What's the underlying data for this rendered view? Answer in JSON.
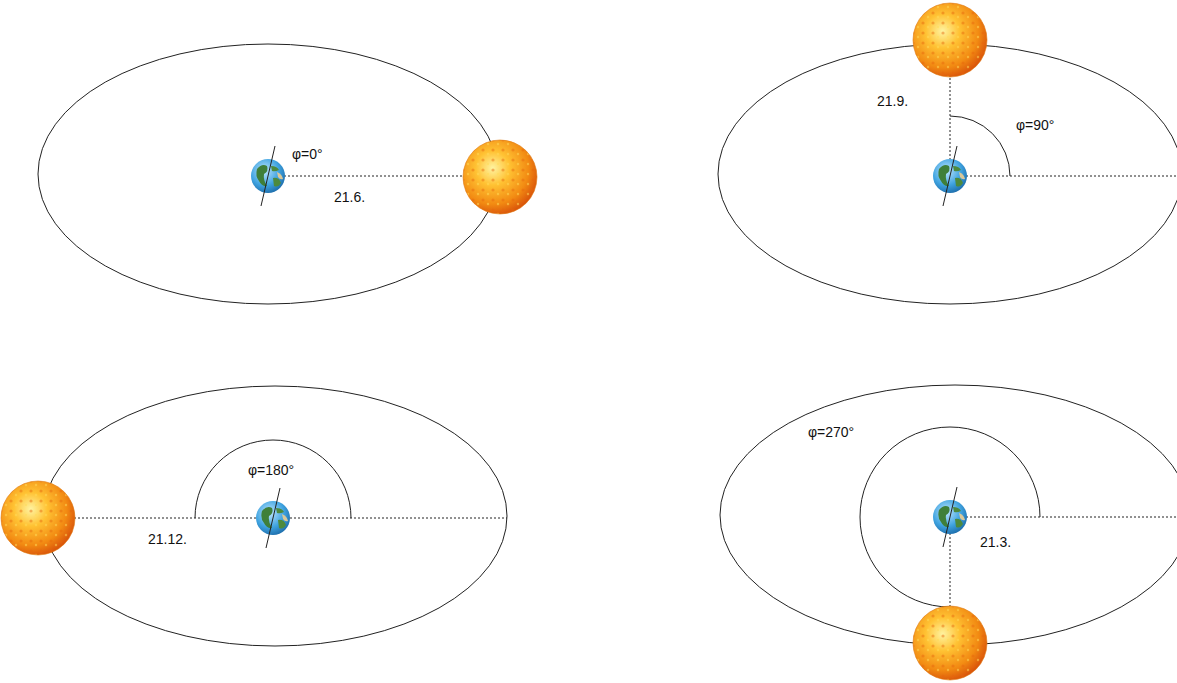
{
  "diagram": {
    "labels": [
      "φ=0°",
      "21.6.",
      "21.9.",
      "φ=90°",
      "φ=180°",
      "21.12.",
      "φ=270°",
      "21.3."
    ]
  }
}
